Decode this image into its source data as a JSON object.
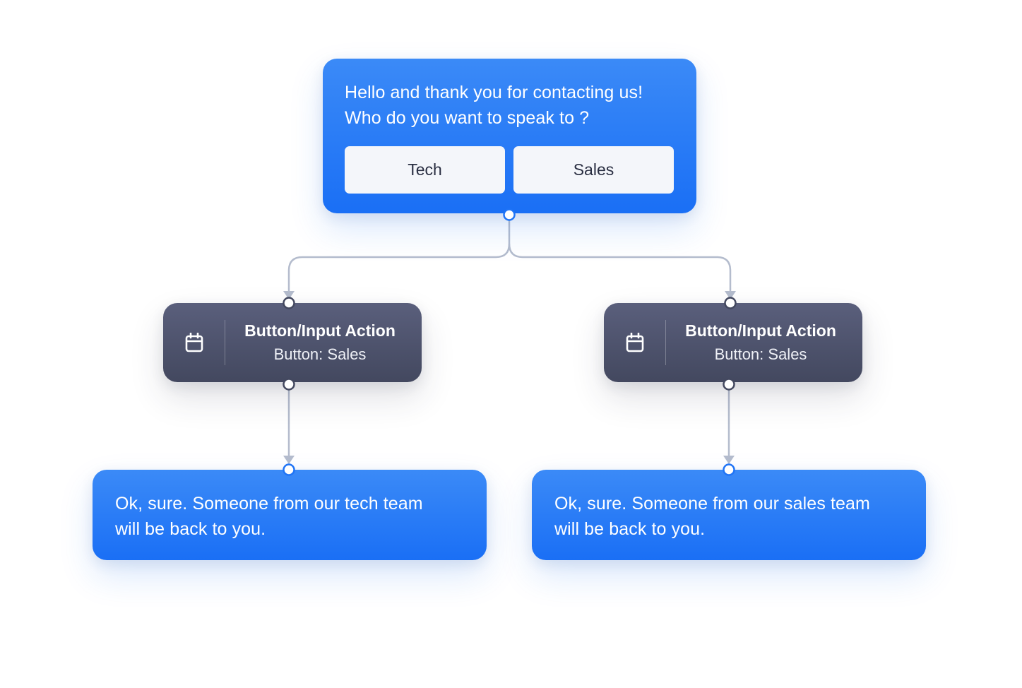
{
  "root_message": {
    "text": "Hello and thank you for contacting us!\nWho do you want to speak to ?",
    "buttons": [
      {
        "label": "Tech"
      },
      {
        "label": "Sales"
      }
    ]
  },
  "actions": [
    {
      "icon": "calendar-icon",
      "title": "Button/Input Action",
      "subtitle": "Button: Sales"
    },
    {
      "icon": "calendar-icon",
      "title": "Button/Input Action",
      "subtitle": "Button: Sales"
    }
  ],
  "replies": [
    {
      "text": "Ok, sure. Someone from our tech team\nwill be back to you."
    },
    {
      "text": "Ok, sure. Someone from our sales team\nwill be back to you."
    }
  ],
  "colors": {
    "message_card": "#1f74f6",
    "action_card": "#4d5270",
    "connector": "#b4bccd",
    "port_stroke": "#1f74f6",
    "choice_button_bg": "#f4f6fa"
  }
}
